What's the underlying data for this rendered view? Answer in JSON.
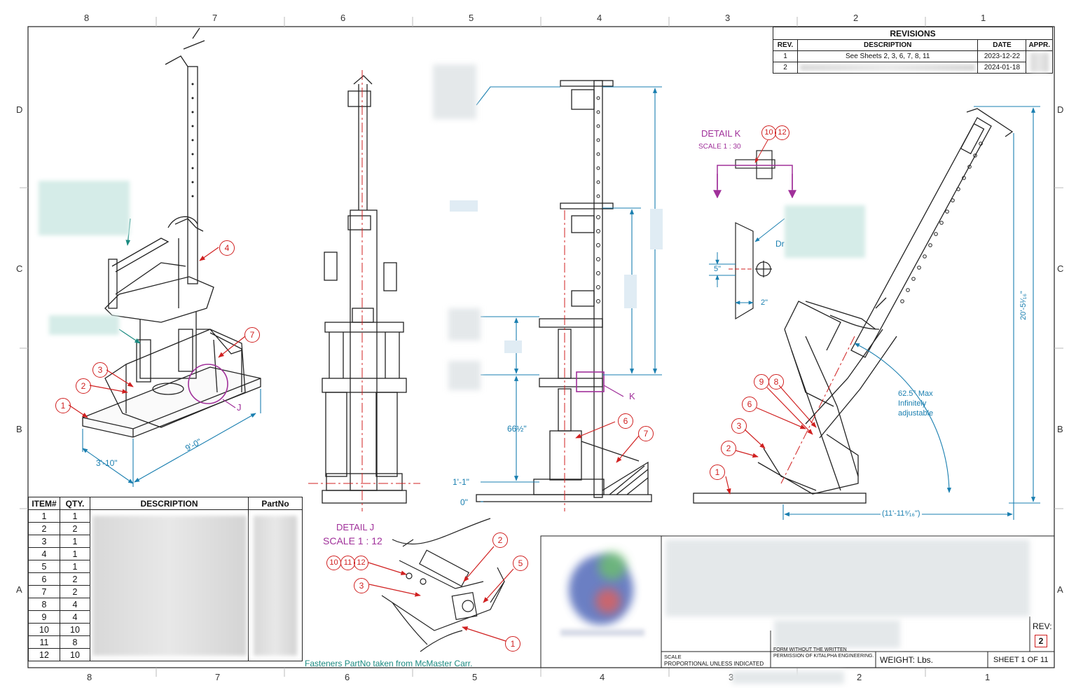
{
  "zones": {
    "top": [
      "8",
      "7",
      "6",
      "5",
      "4",
      "3",
      "2",
      "1"
    ],
    "bottom": [
      "8",
      "7",
      "6",
      "5",
      "4",
      "3",
      "2",
      "1"
    ],
    "left": [
      "D",
      "C",
      "B",
      "A"
    ],
    "right": [
      "D",
      "C",
      "B",
      "A"
    ]
  },
  "revisions": {
    "title": "REVISIONS",
    "headers": [
      "REV.",
      "DESCRIPTION",
      "DATE",
      "APPR."
    ],
    "rows": [
      {
        "rev": "1",
        "description": "See Sheets 2, 3, 6, 7, 8, 11",
        "date": "2023-12-22"
      },
      {
        "rev": "2",
        "description": "",
        "date": "2024-01-18"
      }
    ]
  },
  "bom": {
    "headers": [
      "ITEM#",
      "QTY.",
      "DESCRIPTION",
      "PartNo"
    ],
    "rows": [
      {
        "item": "1",
        "qty": "1"
      },
      {
        "item": "2",
        "qty": "2"
      },
      {
        "item": "3",
        "qty": "1"
      },
      {
        "item": "4",
        "qty": "1"
      },
      {
        "item": "5",
        "qty": "1"
      },
      {
        "item": "6",
        "qty": "2"
      },
      {
        "item": "7",
        "qty": "2"
      },
      {
        "item": "8",
        "qty": "4"
      },
      {
        "item": "9",
        "qty": "4"
      },
      {
        "item": "10",
        "qty": "10"
      },
      {
        "item": "11",
        "qty": "8"
      },
      {
        "item": "12",
        "qty": "10"
      }
    ]
  },
  "notes": {
    "fasteners": "Fasteners PartNo taken from McMaster Carr."
  },
  "iso_view": {
    "balloons": [
      "1",
      "2",
      "3",
      "4",
      "7"
    ],
    "dim_width": "3'-10\"",
    "dim_length": "9'-0\"",
    "detail_ref": "J"
  },
  "side_view": {
    "balloons": [
      "6",
      "7"
    ],
    "dim_upper": "66½\"",
    "dim_base": "1'-1\"",
    "dim_zero": "0\"",
    "detail_ref": "K"
  },
  "detail_j": {
    "title": "DETAIL J",
    "scale_label": "SCALE 1 : 12",
    "balloons": [
      "10",
      "11",
      "12",
      "2",
      "5",
      "3",
      "1"
    ]
  },
  "detail_k": {
    "title": "DETAIL K",
    "scale_label": "SCALE 1 : 30",
    "balloons": [
      "10",
      "12"
    ],
    "dim_a": "5\"",
    "dim_b": "2\"",
    "partial_note": "Dr"
  },
  "tilt_view": {
    "balloons": [
      "1",
      "2",
      "3",
      "6",
      "9",
      "8"
    ],
    "angle_note": [
      "62.5° Max",
      "Infinitely",
      "adjustable"
    ],
    "dim_height": "20'-5¹⁄₁₆\"",
    "dim_length": "(11'-11⁹⁄₁₆\")"
  },
  "title_block": {
    "scale_label": "SCALE",
    "scale_value": "PROPORTIONAL UNLESS INDICATED",
    "proprietary_1": "FORM WITHOUT THE WRITTEN",
    "proprietary_2": "PERMISSION OF KITALPHA ENGINEERING.",
    "weight": "WEIGHT: Lbs.",
    "sheet": "SHEET 1 OF 11",
    "rev_label": "REV:",
    "rev_value": "2"
  },
  "colors": {
    "balloon_red": "#d02020",
    "dim_blue": "#1a7fb0",
    "detail_magenta": "#a0309a",
    "note_teal": "#1a8a80",
    "line_dark": "#222222"
  }
}
